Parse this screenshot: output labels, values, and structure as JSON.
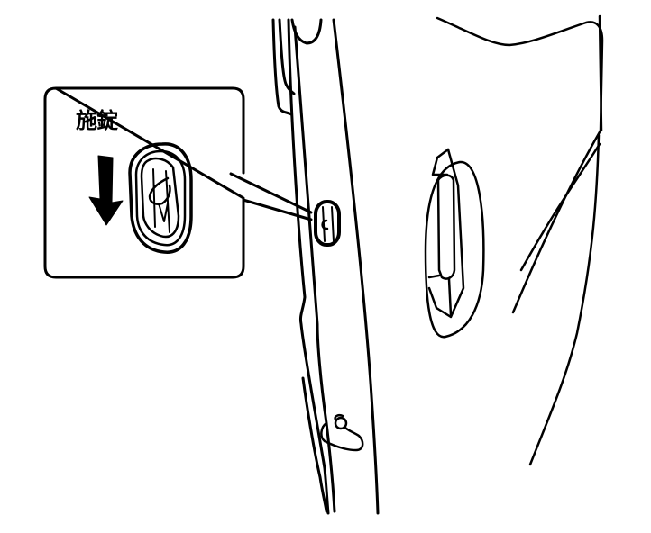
{
  "diagram": {
    "subject": "rear door child-safety lock",
    "callout": {
      "label": "施錠",
      "arrow_direction": "down",
      "arrow_meaning": "lock"
    },
    "parts": [
      {
        "name": "door-edge-pillar"
      },
      {
        "name": "child-lock-lever"
      },
      {
        "name": "door-striker-latch"
      },
      {
        "name": "door-handle"
      },
      {
        "name": "door-panel-outline"
      }
    ],
    "colors": {
      "line": "#000000",
      "background": "#ffffff"
    }
  }
}
